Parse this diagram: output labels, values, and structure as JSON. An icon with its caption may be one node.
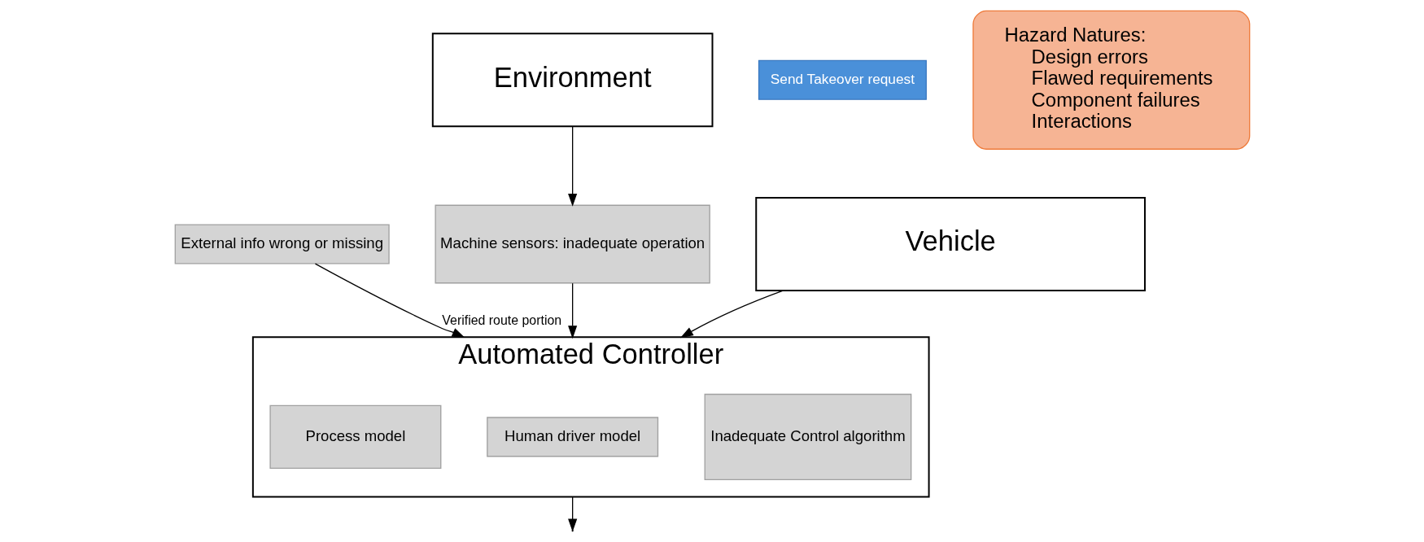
{
  "diagram": {
    "nodes": [
      {
        "text": [
          "External info wrong or missing"
        ]
      },
      {
        "text": [
          "Automated Controller"
        ]
      },
      {
        "text": [
          "Inadequate Control algorithm"
        ],
        "in": 1
      },
      {
        "text": [
          "Human driver model"
        ],
        "in": 1
      },
      {
        "text": [
          "Process model"
        ],
        "in": 1
      },
      {
        "text": [
          "Send Takeover request"
        ]
      },
      {
        "text": [
          "Machine sensors: inadequate operation"
        ]
      },
      {
        "text": [
          "Vehicle"
        ]
      },
      {
        "text": [
          "Environment"
        ]
      },
      {
        "text": [
          "Hazard Natures:",
          "Design errors",
          "Flawed requirements",
          "Component failures",
          "Interactions"
        ]
      }
    ],
    "edges": [
      {
        "from": 0,
        "to": 1,
        "arrow": "to",
        "label": "Verified route portion"
      },
      {
        "from": 1,
        "to": null,
        "arrow": "to"
      },
      {
        "from": 6,
        "to": 1,
        "arrow": "to"
      },
      {
        "from": 8,
        "to": 6,
        "arrow": "to"
      },
      {
        "from": 7,
        "to": 1,
        "arrow": "to"
      }
    ]
  }
}
